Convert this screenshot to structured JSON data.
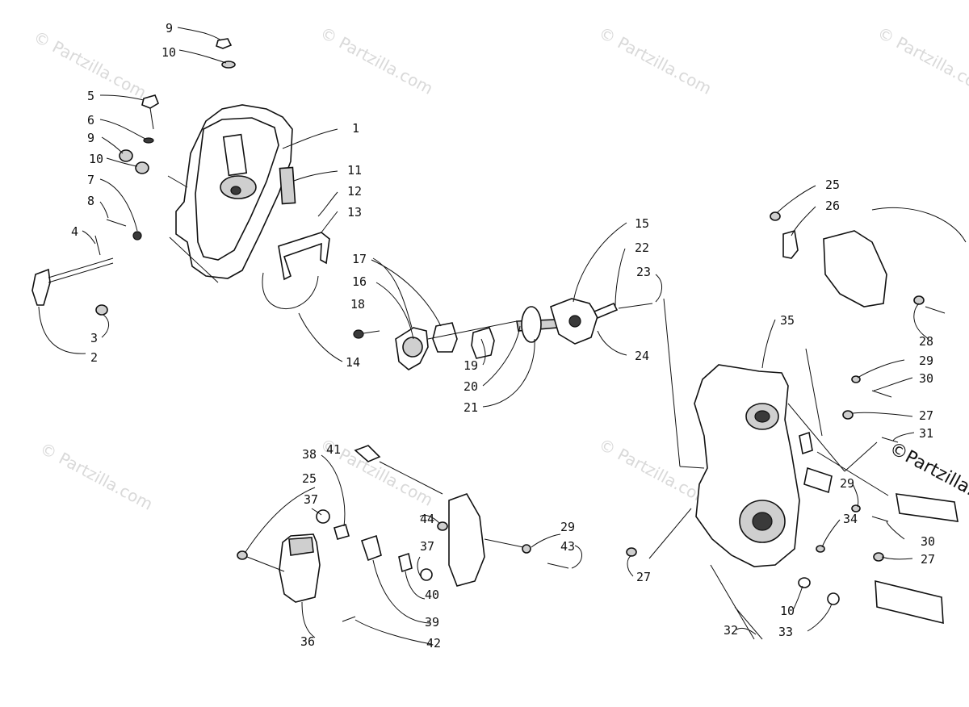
{
  "watermark": {
    "text": "© Partzilla.com",
    "corner_text": "©Partzilla."
  },
  "callouts": {
    "c9a": "9",
    "c10a": "10",
    "c5": "5",
    "c6": "6",
    "c9b": "9",
    "c10b": "10",
    "c7": "7",
    "c8": "8",
    "c4": "4",
    "c3": "3",
    "c2": "2",
    "c1": "1",
    "c11": "11",
    "c12": "12",
    "c13": "13",
    "c14": "14",
    "c17": "17",
    "c16": "16",
    "c18": "18",
    "c19": "19",
    "c20": "20",
    "c21": "21",
    "c15": "15",
    "c22": "22",
    "c23": "23",
    "c24": "24",
    "c25a": "25",
    "c26": "26",
    "c28": "28",
    "c35": "35",
    "c29a": "29",
    "c30a": "30",
    "c27a": "27",
    "c31": "31",
    "c29b": "29",
    "c34": "34",
    "c30b": "30",
    "c27b": "27",
    "c27c": "27",
    "c10c": "10",
    "c33": "33",
    "c32": "32",
    "c41": "41",
    "c38": "38",
    "c25b": "25",
    "c37a": "37",
    "c44": "44",
    "c37b": "37",
    "c40": "40",
    "c29c": "29",
    "c43": "43",
    "c39": "39",
    "c42": "42",
    "c36": "36"
  }
}
